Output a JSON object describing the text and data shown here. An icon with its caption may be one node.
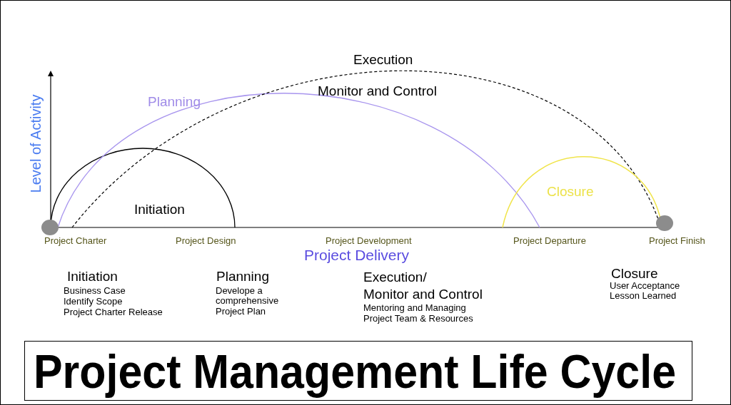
{
  "diagram": {
    "title": "Project Management Life Cycle",
    "labels": [
      "Execution",
      "Monitor and Control",
      "Planning",
      "Level of Activity",
      "Closure",
      "Initiation",
      "Project Charter",
      "Project Design",
      "Project Development",
      "Project Departure",
      "Project Finish",
      "Project Delivery",
      "Initiation",
      "Business Case",
      "Identify Scope",
      "Project Charter Release",
      "Planning",
      "Develope a comprehensive Project Plan",
      "Execution/ Monitor and Control",
      "Mentoring and Managing Project Team & Resources",
      "Closure",
      "User Acceptance",
      "Lesson Learned"
    ]
  }
}
